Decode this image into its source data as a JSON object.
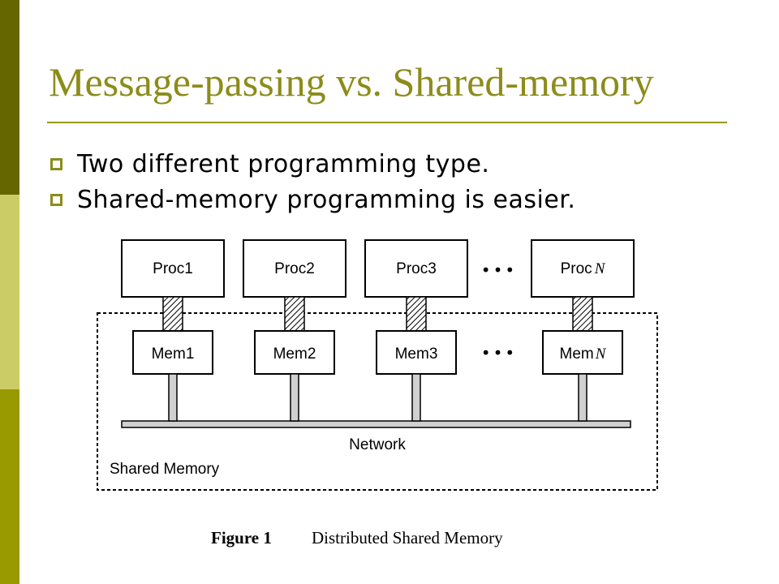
{
  "slide": {
    "title": "Message-passing vs. Shared-memory",
    "bullets": [
      "Two different programming type.",
      "Shared-memory programming is easier."
    ]
  },
  "figure": {
    "processors": [
      "Proc1",
      "Proc2",
      "Proc3",
      "Proc"
    ],
    "memories": [
      "Mem1",
      "Mem2",
      "Mem3",
      "Mem"
    ],
    "last_index_symbol": "N",
    "ellipsis": "•••",
    "network_label": "Network",
    "shared_memory_label": "Shared Memory",
    "caption_number": "Figure 1",
    "caption_text": "Distributed Shared Memory"
  },
  "colors": {
    "sidebar_dark": "#666600",
    "sidebar_light": "#CCCC66",
    "sidebar_mid": "#999900",
    "title": "#8C8C1A",
    "rule": "#999900"
  }
}
